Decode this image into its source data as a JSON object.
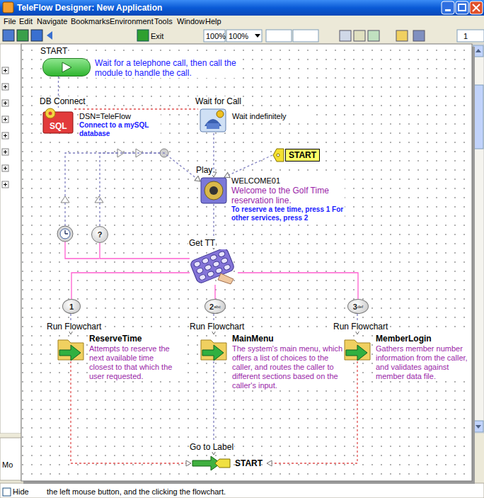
{
  "diagram": {
    "nodes": [
      {
        "text": [
          "START",
          "Wait for a telephone call, then call the module to handle the call."
        ]
      },
      {
        "text": [
          "DB Connect",
          "DSN=TeleFlow",
          "Connect to a mySQL database"
        ]
      },
      {
        "text": [
          "Wait for Call",
          "Wait indefinitely"
        ]
      },
      {
        "text": [
          "START"
        ]
      },
      {
        "text": [
          "Play",
          "WELCOME01",
          "Welcome to the Golf Time reservation line.",
          "To reserve a tee time, press 1 For other services, press 2"
        ]
      },
      {
        "text": [
          "Get TT"
        ]
      },
      {
        "text": [
          "?"
        ]
      },
      {
        "text": [
          "1"
        ]
      },
      {
        "text": [
          "2",
          "abc"
        ]
      },
      {
        "text": [
          "3",
          "def"
        ]
      },
      {
        "text": [
          "Run Flowchart",
          "ReserveTime",
          "Attempts to reserve the next available time closest to that which the user requested."
        ]
      },
      {
        "text": [
          "Run Flowchart",
          "MainMenu",
          "The system's main menu, which offers a list of choices to the caller, and routes the caller to different sections based on the caller's input."
        ]
      },
      {
        "text": [
          "Run Flowchart",
          "MemberLogin",
          "Gathers member number information from the caller, and validates against member data file."
        ]
      },
      {
        "text": [
          "Go to Label",
          "START"
        ]
      }
    ],
    "edges": [
      {
        "from": 0,
        "to": 1,
        "arrow": "none"
      },
      {
        "from": 1,
        "to": 2,
        "arrow": "none"
      },
      {
        "from": 2,
        "to": 4,
        "arrow": "to"
      },
      {
        "from": 3,
        "to": 4,
        "arrow": "to"
      },
      {
        "from": 4,
        "to": 5,
        "arrow": "to"
      },
      {
        "from": 5,
        "to": 6,
        "arrow": "none"
      },
      {
        "from": 6,
        "to": 4,
        "arrow": "to"
      },
      {
        "from": 5,
        "to": 7,
        "arrow": "none"
      },
      {
        "from": 5,
        "to": 8,
        "arrow": "none"
      },
      {
        "from": 5,
        "to": 9,
        "arrow": "none"
      },
      {
        "from": 7,
        "to": 10,
        "arrow": "to"
      },
      {
        "from": 8,
        "to": 11,
        "arrow": "to"
      },
      {
        "from": 9,
        "to": 12,
        "arrow": "to"
      },
      {
        "from": 10,
        "to": 13,
        "arrow": "to"
      },
      {
        "from": 11,
        "to": 13,
        "arrow": "to"
      },
      {
        "from": 12,
        "to": 13,
        "arrow": "to"
      }
    ],
    "labels": [
      "TeleFlow Designer: New Application",
      "File",
      "Edit",
      "Navigate",
      "Bookmarks",
      "Environment",
      "Tools",
      "Window",
      "Help",
      "Exit",
      "100%",
      "100%",
      "1",
      "Mo",
      "Hide",
      "the left mouse button, and the clicking the flowchart.",
      "SQL"
    ]
  }
}
